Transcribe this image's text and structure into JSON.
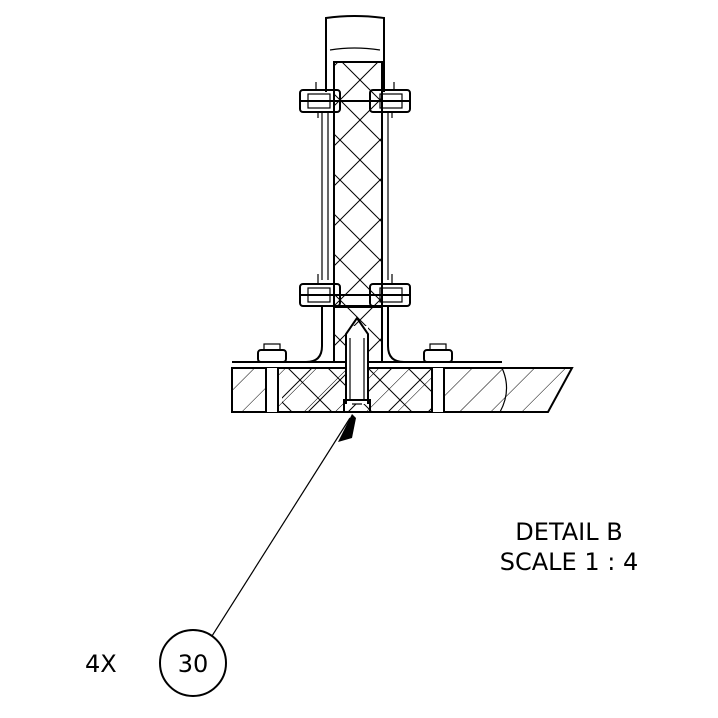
{
  "detail": {
    "title": "DETAIL B",
    "scale": "SCALE 1 : 4"
  },
  "callout": {
    "quantity": "4X",
    "item_number": "30"
  }
}
